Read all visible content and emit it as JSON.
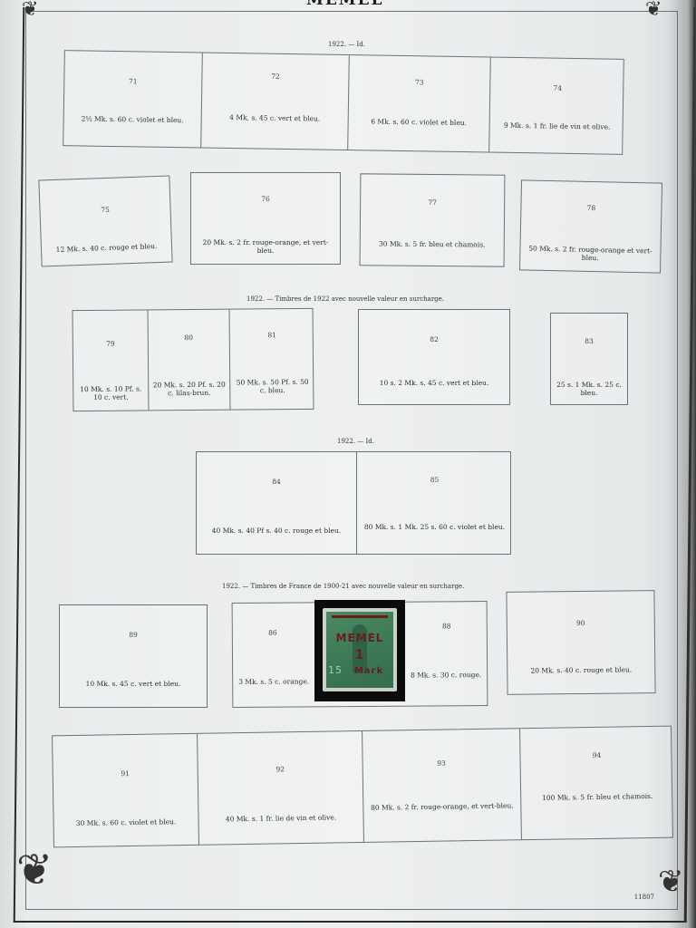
{
  "album": {
    "country": "MEMEL",
    "page_number": "11807"
  },
  "headers": [
    "1922. — Id.",
    "1922. — Timbres de 1922 avec nouvelle valeur en surcharge.",
    "1922. — Id.",
    "1922. — Timbres de France de 1900-21 avec nouvelle valeur en surcharge."
  ],
  "rows": [
    [
      {
        "num": "71",
        "desc": "2½ Mk. s. 60 c. violet et bleu."
      },
      {
        "num": "72",
        "desc": "4 Mk. s. 45 c. vert et bleu."
      },
      {
        "num": "73",
        "desc": "6 Mk. s. 60 c. violet et bleu."
      },
      {
        "num": "74",
        "desc": "9 Mk. s. 1 fr. lie de vin et olive."
      }
    ],
    [
      {
        "num": "75",
        "desc": "12 Mk. s. 40 c. rouge et bleu."
      },
      {
        "num": "76",
        "desc": "20 Mk. s. 2 fr. rouge-orange, et vert-bleu."
      },
      {
        "num": "77",
        "desc": "30 Mk. s. 5 fr. bleu et chamois."
      },
      {
        "num": "78",
        "desc": "50 Mk. s. 2 fr. rouge-orange et vert-bleu."
      }
    ],
    [
      {
        "num": "79",
        "desc": "10 Mk. s. 10 Pf. s. 10 c. vert."
      },
      {
        "num": "80",
        "desc": "20 Mk. s. 20 Pf. s. 20 c. lilas-brun."
      },
      {
        "num": "81",
        "desc": "50 Mk. s. 50 Pf. s. 50 c. bleu."
      },
      {
        "num": "82",
        "desc": "10 s. 2 Mk. s. 45 c. vert et bleu."
      },
      {
        "num": "83",
        "desc": "25 s. 1 Mk. s. 25 c. bleu."
      }
    ],
    [
      {
        "num": "84",
        "desc": "40 Mk. s. 40 Pf s. 40 c. rouge et bleu."
      },
      {
        "num": "85",
        "desc": "80 Mk. s. 1 Mk. 25 s. 60 c. violet et bleu."
      }
    ],
    [
      {
        "num": "89",
        "desc": "10 Mk. s. 45 c. vert et bleu."
      },
      {
        "num": "86",
        "desc": "3 Mk. s. 5 c. orange."
      },
      {
        "num": "88",
        "desc": "8 Mk. s. 30 c. rouge."
      },
      {
        "num": "90",
        "desc": "20 Mk. s. 40 c. rouge et bleu."
      }
    ],
    [
      {
        "num": "91",
        "desc": "30 Mk. s. 60 c. violet et bleu."
      },
      {
        "num": "92",
        "desc": "40 Mk. s. 1 fr. lie de vin et olive."
      },
      {
        "num": "93",
        "desc": "80 Mk. s. 2 fr. rouge-orange, et vert-bleu."
      },
      {
        "num": "94",
        "desc": "100 Mk. s. 5 fr. bleu et chamois."
      }
    ]
  ],
  "stamp": {
    "overprint": "MEMEL",
    "value": "1",
    "unit": "Mark",
    "face": "15",
    "colors": {
      "stamp": "#3d7a57",
      "overprint": "#6b1c1a"
    }
  }
}
